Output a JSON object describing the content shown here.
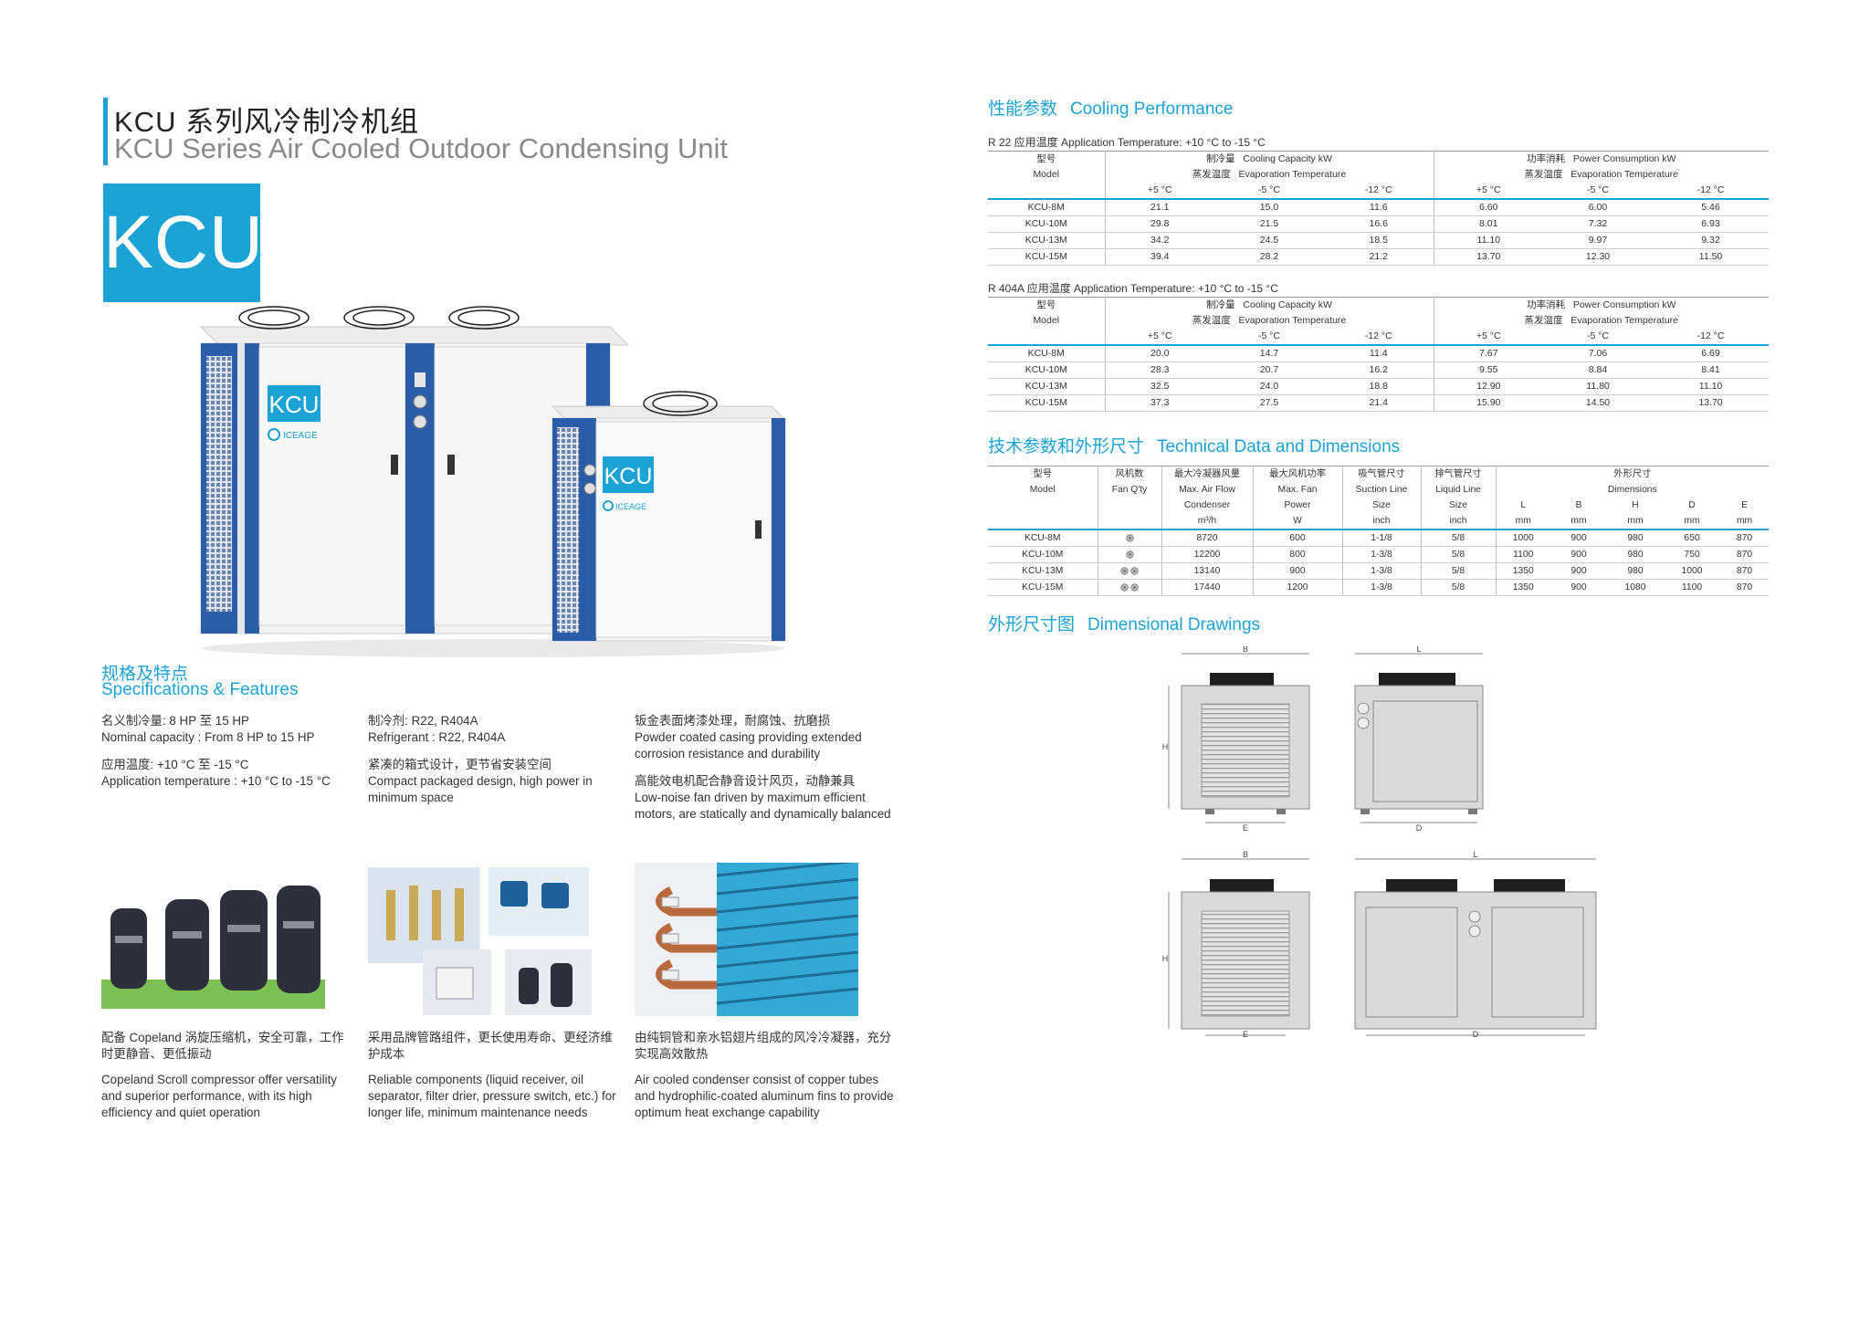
{
  "header": {
    "title_cn": "KCU 系列风冷制冷机组",
    "title_en": "KCU  Series Air Cooled Outdoor Condensing Unit",
    "badge": "KCU",
    "unit_label": "KCU",
    "brand": "ICEAGE"
  },
  "specs": {
    "heading_cn": "规格及特点",
    "heading_en": "Specifications & Features",
    "col1": [
      "名义制冷量: 8 HP 至 15 HP",
      "Nominal capacity : From 8 HP to 15 HP",
      "应用温度: +10 °C 至  -15 °C",
      "Application temperature : +10 °C to -15 °C"
    ],
    "col2": [
      "制冷剂: R22, R404A",
      "Refrigerant : R22, R404A",
      "紧凑的箱式设计，更节省安装空间",
      "Compact packaged design, high power in minimum space"
    ],
    "col3": [
      "钣金表面烤漆处理，耐腐蚀、抗磨损",
      "Powder coated casing providing extended corrosion resistance and durability",
      "高能效电机配合静音设计风页，动静兼具",
      "Low-noise fan driven by maximum efficient motors, are statically and dynamically balanced"
    ]
  },
  "components": [
    {
      "cn": "配备 Copeland 涡旋压缩机，安全可靠，工作时更静音、更低振动",
      "en": "Copeland Scroll compressor offer versatility and superior performance, with its high efficiency and quiet operation"
    },
    {
      "cn": "采用品牌管路组件，更长使用寿命、更经济维护成本",
      "en": "Reliable components (liquid receiver, oil separator, filter drier, pressure switch, etc.) for longer life, minimum maintenance needs"
    },
    {
      "cn": "由纯铜管和亲水铝翅片组成的风冷冷凝器，充分实现高效散热",
      "en": "Air cooled condenser consist of copper tubes and hydrophilic-coated aluminum fins to provide optimum heat exchange capability"
    }
  ],
  "cooling": {
    "heading_cn": "性能参数",
    "heading_en": "Cooling Performance",
    "headers": {
      "model_cn": "型号",
      "model_en": "Model",
      "cap_cn": "制冷量",
      "cap_en": "Cooling Capacity kW",
      "evap_cn": "蒸发温度",
      "evap_en": "Evaporation Temperature",
      "pow_cn": "功率消耗",
      "pow_en": "Power Consumption kW",
      "t1": "+5 °C",
      "t2": "-5 °C",
      "t3": "-12 °C"
    },
    "tables": [
      {
        "caption": "R 22  应用温度  Application Temperature: +10 °C to -15 °C",
        "rows": [
          [
            "KCU-8M",
            "21.1",
            "15.0",
            "11.6",
            "6.60",
            "6.00",
            "5.46"
          ],
          [
            "KCU-10M",
            "29.8",
            "21.5",
            "16.6",
            "8.01",
            "7.32",
            "6.93"
          ],
          [
            "KCU-13M",
            "34.2",
            "24.5",
            "18.5",
            "11.10",
            "9.97",
            "9.32"
          ],
          [
            "KCU-15M",
            "39.4",
            "28.2",
            "21.2",
            "13.70",
            "12.30",
            "11.50"
          ]
        ]
      },
      {
        "caption": "R 404A  应用温度  Application Temperature: +10 °C to -15 °C",
        "rows": [
          [
            "KCU-8M",
            "20.0",
            "14.7",
            "11.4",
            "7.67",
            "7.06",
            "6.69"
          ],
          [
            "KCU-10M",
            "28.3",
            "20.7",
            "16.2",
            "9.55",
            "8.84",
            "8.41"
          ],
          [
            "KCU-13M",
            "32.5",
            "24.0",
            "18.8",
            "12.90",
            "11.80",
            "11.10"
          ],
          [
            "KCU-15M",
            "37.3",
            "27.5",
            "21.4",
            "15.90",
            "14.50",
            "13.70"
          ]
        ]
      }
    ]
  },
  "technical": {
    "heading_cn": "技术参数和外形尺寸",
    "heading_en": "Technical Data and Dimensions",
    "headers": {
      "model": [
        "型号",
        "Model"
      ],
      "fan": [
        "风机数",
        "Fan Q'ty"
      ],
      "air": [
        "最大冷凝器风量",
        "Max. Air Flow",
        "Condenser",
        "m³/h"
      ],
      "motor": [
        "最大风机功率",
        "Max. Fan",
        "Power",
        "W"
      ],
      "suction": [
        "吸气管尺寸",
        "Suction Line",
        "Size",
        "inch"
      ],
      "liquid": [
        "排气管尺寸",
        "Liquid Line",
        "Size",
        "inch"
      ],
      "dims": [
        "外形尺寸",
        "Dimensions"
      ],
      "dim_cols": [
        [
          "L",
          "mm"
        ],
        [
          "B",
          "mm"
        ],
        [
          "H",
          "mm"
        ],
        [
          "D",
          "mm"
        ],
        [
          "E",
          "mm"
        ]
      ]
    },
    "rows": [
      {
        "model": "KCU-8M",
        "fans": 1,
        "air": "8720",
        "power": "600",
        "suction": "1-1/8",
        "liquid": "5/8",
        "L": "1000",
        "B": "900",
        "H": "980",
        "D": "650",
        "E": "870"
      },
      {
        "model": "KCU-10M",
        "fans": 1,
        "air": "12200",
        "power": "800",
        "suction": "1-3/8",
        "liquid": "5/8",
        "L": "1100",
        "B": "900",
        "H": "980",
        "D": "750",
        "E": "870"
      },
      {
        "model": "KCU-13M",
        "fans": 2,
        "air": "13140",
        "power": "900",
        "suction": "1-3/8",
        "liquid": "5/8",
        "L": "1350",
        "B": "900",
        "H": "980",
        "D": "1000",
        "E": "870"
      },
      {
        "model": "KCU-15M",
        "fans": 2,
        "air": "17440",
        "power": "1200",
        "suction": "1-3/8",
        "liquid": "5/8",
        "L": "1350",
        "B": "900",
        "H": "1080",
        "D": "1100",
        "E": "870"
      }
    ]
  },
  "drawings": {
    "heading_cn": "外形尺寸图",
    "heading_en": "Dimensional Drawings",
    "labels": {
      "B": "B",
      "L": "L",
      "H": "H",
      "E": "E",
      "D": "D"
    }
  },
  "colors": {
    "accent": "#1ba3d6",
    "unit_blue": "#2a5ca8"
  }
}
